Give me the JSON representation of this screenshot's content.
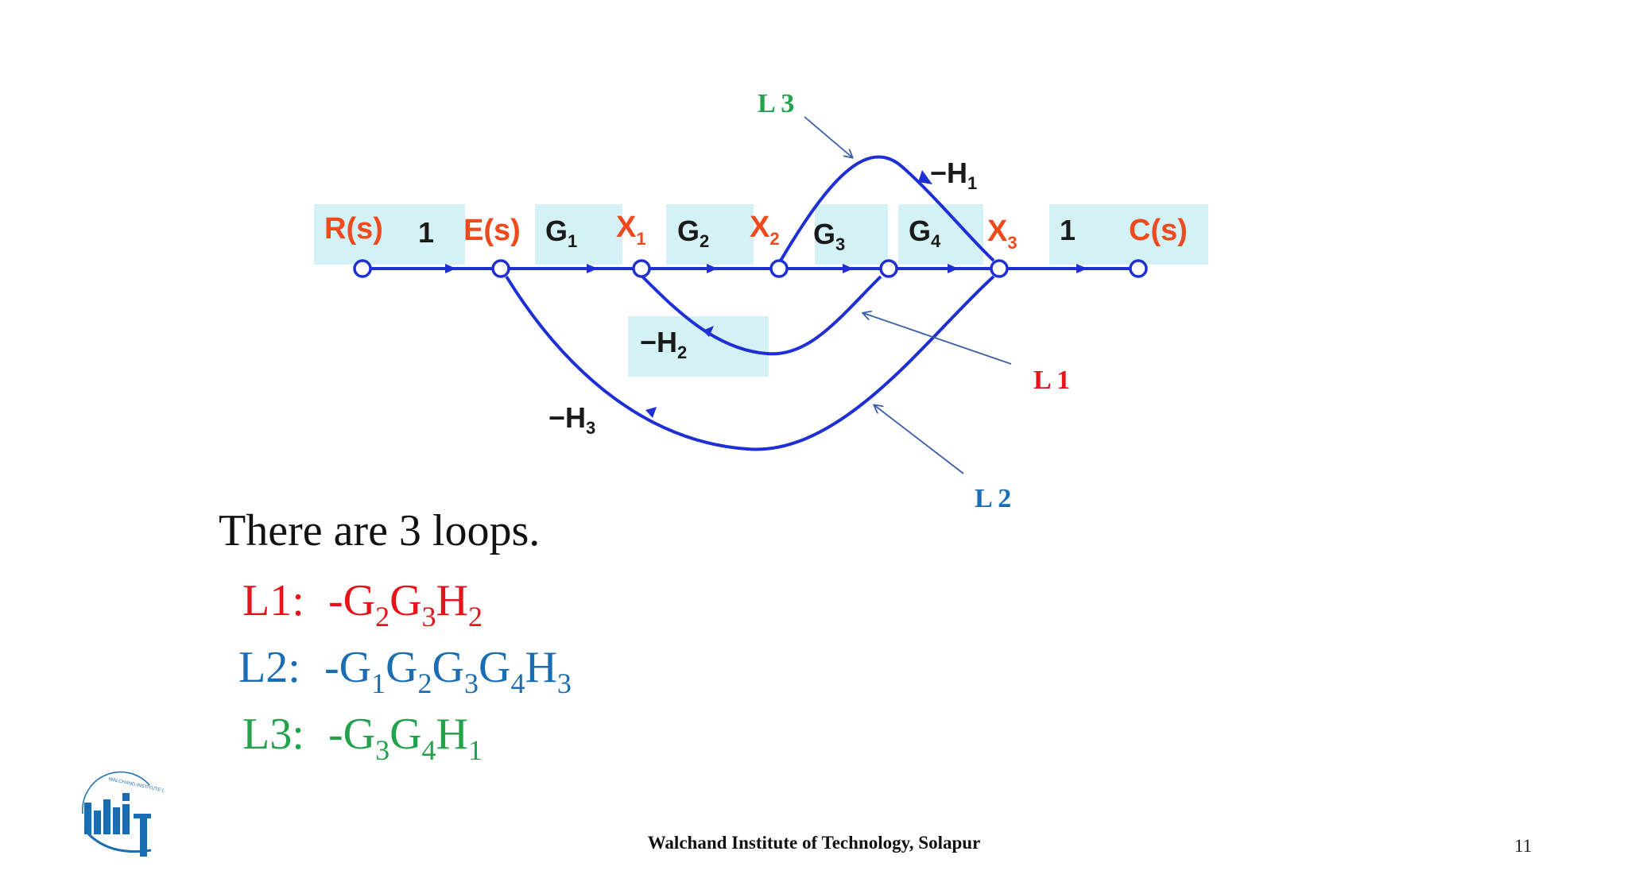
{
  "nodes": [
    {
      "label": "R(s)",
      "sub": ""
    },
    {
      "label": "E(s)",
      "sub": ""
    },
    {
      "label": "X",
      "sub": "1"
    },
    {
      "label": "X",
      "sub": "2"
    },
    {
      "label": "",
      "sub": ""
    },
    {
      "label": "X",
      "sub": "3"
    },
    {
      "label": "C(s)",
      "sub": ""
    }
  ],
  "branch_gains": [
    {
      "label": "1",
      "sub": ""
    },
    {
      "label": "G",
      "sub": "1"
    },
    {
      "label": "G",
      "sub": "2"
    },
    {
      "label": "G",
      "sub": "3"
    },
    {
      "label": "G",
      "sub": "4"
    },
    {
      "label": "1",
      "sub": ""
    }
  ],
  "feedback_gains": [
    {
      "label": "−H",
      "sub": "1"
    },
    {
      "label": "−H",
      "sub": "2"
    },
    {
      "label": "−H",
      "sub": "3"
    }
  ],
  "loop_markers": [
    "L 3",
    "L 1",
    "L 2"
  ],
  "loops_heading": "There are 3 loops.",
  "loops": [
    {
      "name": "L1:",
      "expr": [
        [
          "-G",
          "2"
        ],
        [
          "G",
          "3"
        ],
        [
          "H",
          "2"
        ]
      ],
      "color": "#e4141b"
    },
    {
      "name": "L2:",
      "expr": [
        [
          "-G",
          "1"
        ],
        [
          "G",
          "2"
        ],
        [
          "G",
          "3"
        ],
        [
          "G",
          "4"
        ],
        [
          "H",
          "3"
        ]
      ],
      "color": "#1a6db3"
    },
    {
      "name": "L3:",
      "expr": [
        [
          "-G",
          "3"
        ],
        [
          "G",
          "4"
        ],
        [
          "H",
          "1"
        ]
      ],
      "color": "#22a24b"
    }
  ],
  "footer": "Walchand Institute of Technology, Solapur",
  "slide_number": "11",
  "logo_text": "WALCHAND INSTITUTE OF TECHNOLOGY",
  "colors": {
    "signal_line": "#1f2fd6",
    "node_label": "#ee4a1d",
    "highlight": "#d4f1f6",
    "l1": "#e4141b",
    "l2": "#1a6db3",
    "l3": "#22a24b"
  }
}
